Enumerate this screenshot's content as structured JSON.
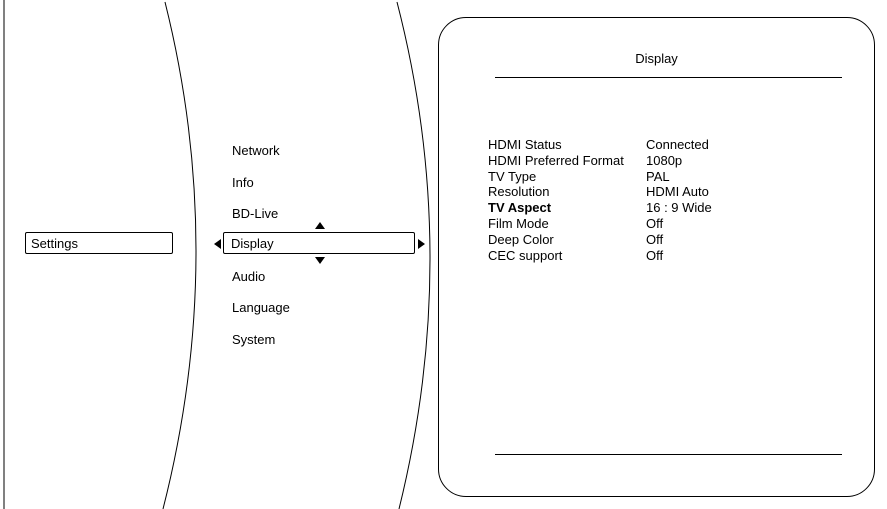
{
  "left_menu": {
    "selected": "Settings"
  },
  "middle_menu": {
    "items": [
      "Network",
      "Info",
      "BD-Live",
      "Display",
      "Audio",
      "Language",
      "System"
    ],
    "selected": "Display"
  },
  "panel": {
    "title": "Display",
    "rows": [
      {
        "label": "HDMI Status",
        "value": "Connected"
      },
      {
        "label": "HDMI Preferred Format",
        "value": "1080p"
      },
      {
        "label": "TV Type",
        "value": "PAL"
      },
      {
        "label": "Resolution",
        "value": "HDMI Auto"
      },
      {
        "label": "TV Aspect",
        "value": "16 : 9 Wide",
        "highlighted": true
      },
      {
        "label": "Film Mode",
        "value": "Off"
      },
      {
        "label": "Deep Color",
        "value": "Off"
      },
      {
        "label": "CEC support",
        "value": "Off"
      }
    ]
  },
  "icons": [
    "left-arrow-icon",
    "right-arrow-icon",
    "up-arrow-icon",
    "down-arrow-icon"
  ]
}
